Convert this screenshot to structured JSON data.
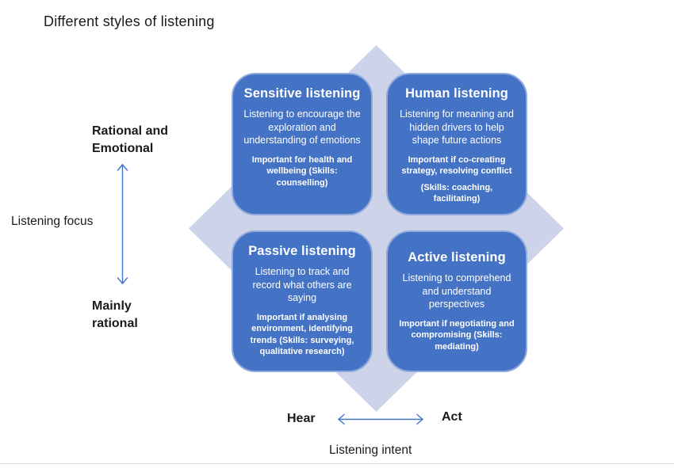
{
  "title": "Different styles of listening",
  "colors": {
    "box_fill": "#4472C4",
    "box_border": "#8FA9DC",
    "diamond": "#CDD3E8",
    "arrow": "#4472C4",
    "text_light": "#FFFFFF",
    "text_dark": "#1A1A1A"
  },
  "quadrants": [
    {
      "name": "sensitive",
      "heading": "Sensitive listening",
      "body": "Listening to encourage the exploration and understanding of emotions",
      "notes": [
        "Important for health and wellbeing (Skills: counselling)"
      ]
    },
    {
      "name": "human",
      "heading": "Human listening",
      "body": "Listening for meaning and hidden drivers to help shape future actions",
      "notes": [
        "Important if co-creating strategy, resolving conflict",
        "(Skills: coaching, facilitating)"
      ]
    },
    {
      "name": "passive",
      "heading": "Passive listening",
      "body": "Listening to track and record what others are saying",
      "notes": [
        "Important if analysing environment, identifying trends (Skills: surveying, qualitative research)"
      ]
    },
    {
      "name": "active",
      "heading": "Active listening",
      "body": "Listening to comprehend and understand perspectives",
      "notes": [
        "Important if negotiating and compromising  (Skills: mediating)"
      ]
    }
  ],
  "y_axis": {
    "title": "Listening focus",
    "top_label": "Rational and\nEmotional",
    "bottom_label": "Mainly\nrational"
  },
  "x_axis": {
    "title": "Listening intent",
    "left_label": "Hear",
    "right_label": "Act"
  }
}
